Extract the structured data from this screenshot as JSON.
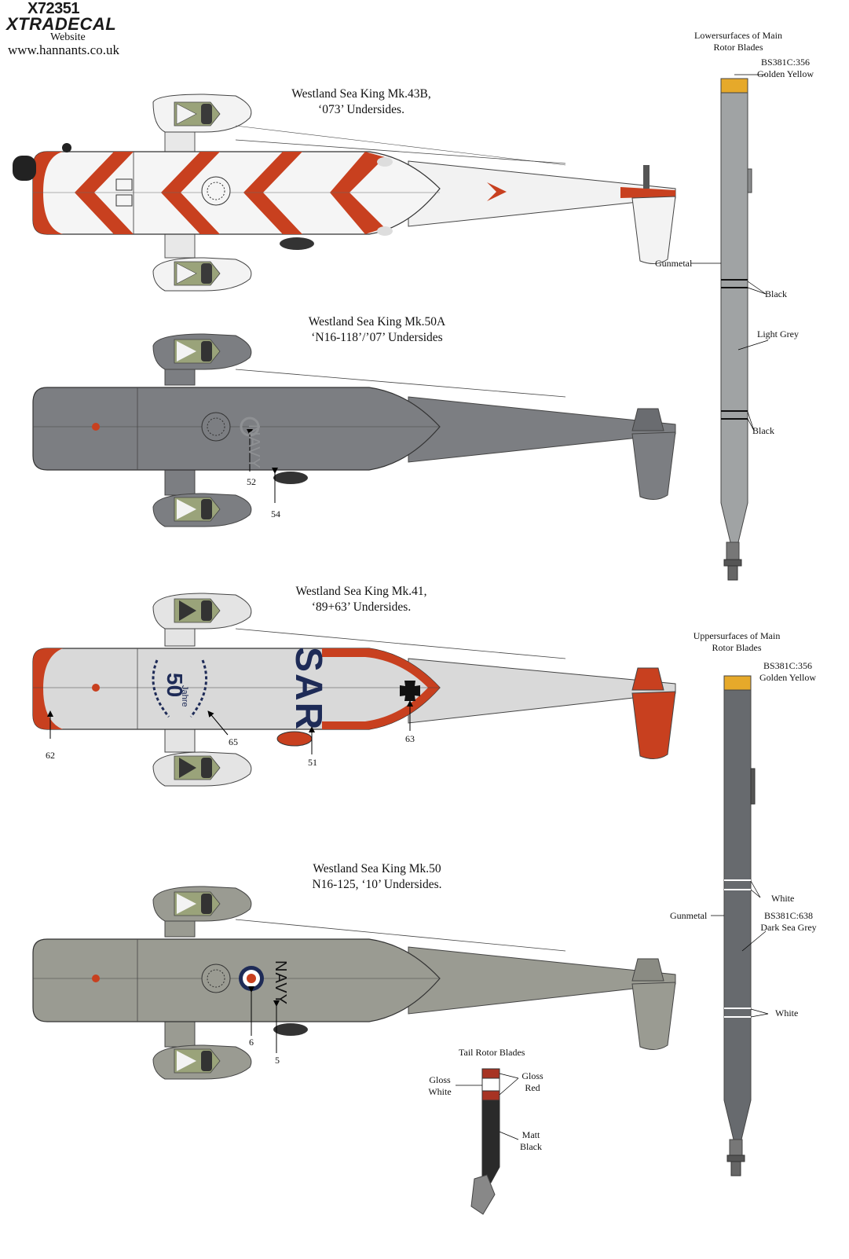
{
  "header": {
    "product_code": "X72351",
    "brand": "XTRADECAL",
    "website_label": "Website",
    "website_url": "www.hannants.co.uk"
  },
  "aircraft": [
    {
      "title_line1": "Westland Sea King Mk.43B,",
      "title_line2": "‘073’ Undersides.",
      "markings": []
    },
    {
      "title_line1": "Westland Sea King Mk.50A",
      "title_line2": "‘N16-118’/’07’ Undersides",
      "fuselage_text": "NAVY",
      "markings": [
        "52",
        "54"
      ]
    },
    {
      "title_line1": "Westland Sea King Mk.41,",
      "title_line2": "‘89+63’ Undersides.",
      "fuselage_text": "SAR",
      "badge_number": "50",
      "badge_word": "Jahre",
      "markings": [
        "62",
        "65",
        "51",
        "63"
      ]
    },
    {
      "title_line1": "Westland Sea King Mk.50",
      "title_line2": "N16-125, ‘10’ Undersides.",
      "fuselage_text": "NAVY",
      "markings": [
        "6",
        "5"
      ]
    }
  ],
  "main_rotor_lower": {
    "title_line1": "Lowersurfaces of Main",
    "title_line2": "Rotor Blades",
    "tip_code": "BS381C:356",
    "tip_color": "Golden Yellow",
    "root_label": "Gunmetal",
    "band1_label": "Black",
    "blade_label": "Light Grey",
    "band2_label": "Black"
  },
  "main_rotor_upper": {
    "title_line1": "Uppersurfaces of Main",
    "title_line2": "Rotor Blades",
    "tip_code": "BS381C:356",
    "tip_color": "Golden Yellow",
    "band1_label": "White",
    "root_label": "Gunmetal",
    "blade_code": "BS381C:638",
    "blade_color": "Dark Sea Grey",
    "band2_label": "White"
  },
  "tail_rotor": {
    "title": "Tail Rotor Blades",
    "white_line1": "Gloss",
    "white_line2": "White",
    "red_line1": "Gloss",
    "red_line2": "Red",
    "black_line1": "Matt",
    "black_line2": "Black"
  },
  "colors": {
    "gloss_red": "#c8401f",
    "white_body": "#f5f5f5",
    "navy_grey": "#7c7e82",
    "light_grey": "#d9d9d9",
    "olive_grey": "#9a9b92",
    "roundel_blue": "#1e2b57",
    "golden_yellow": "#e6a92a",
    "light_grey_blade": "#a0a3a4",
    "dark_sea_grey": "#676a6e",
    "matt_black": "#2a2a2a",
    "olive_green": "#9aa37a"
  }
}
